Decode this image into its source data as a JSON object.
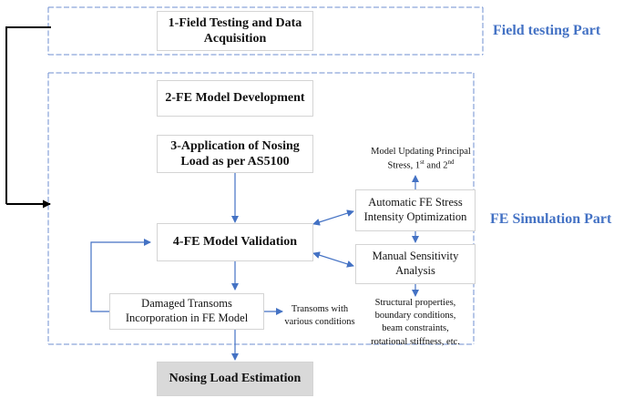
{
  "labels": {
    "field_part": "Field testing Part",
    "fe_part": "FE Simulation Part"
  },
  "boxes": {
    "field_testing": "1-Field Testing and Data Acquisition",
    "fe_model_dev": "2-FE Model Development",
    "nosing_load_app": "3-Application of Nosing Load as per AS5100",
    "fe_validation": "4-FE Model Validation",
    "damaged_transoms": "Damaged Transoms Incorporation in FE Model",
    "nosing_estimation": "Nosing Load Estimation",
    "auto_fe_stress": "Automatic FE Stress Intensity Optimization",
    "manual_sensitivity": "Manual Sensitivity Analysis"
  },
  "notes": {
    "model_updating_line1": "Model Updating Principal",
    "model_updating_line2_a": "Stress, 1",
    "model_updating_sup1": "st",
    "model_updating_line2_b": " and 2",
    "model_updating_sup2": "nd",
    "transoms_conditions": "Transoms with various conditions",
    "structural_properties": "Structural properties, boundary conditions, beam constraints, rotational stiffness, etc."
  },
  "colors": {
    "accent": "#4472c4",
    "dashed_border": "#6f8fd0",
    "box_border": "#d4d4d4",
    "final_box_fill": "#d9d9d9"
  }
}
